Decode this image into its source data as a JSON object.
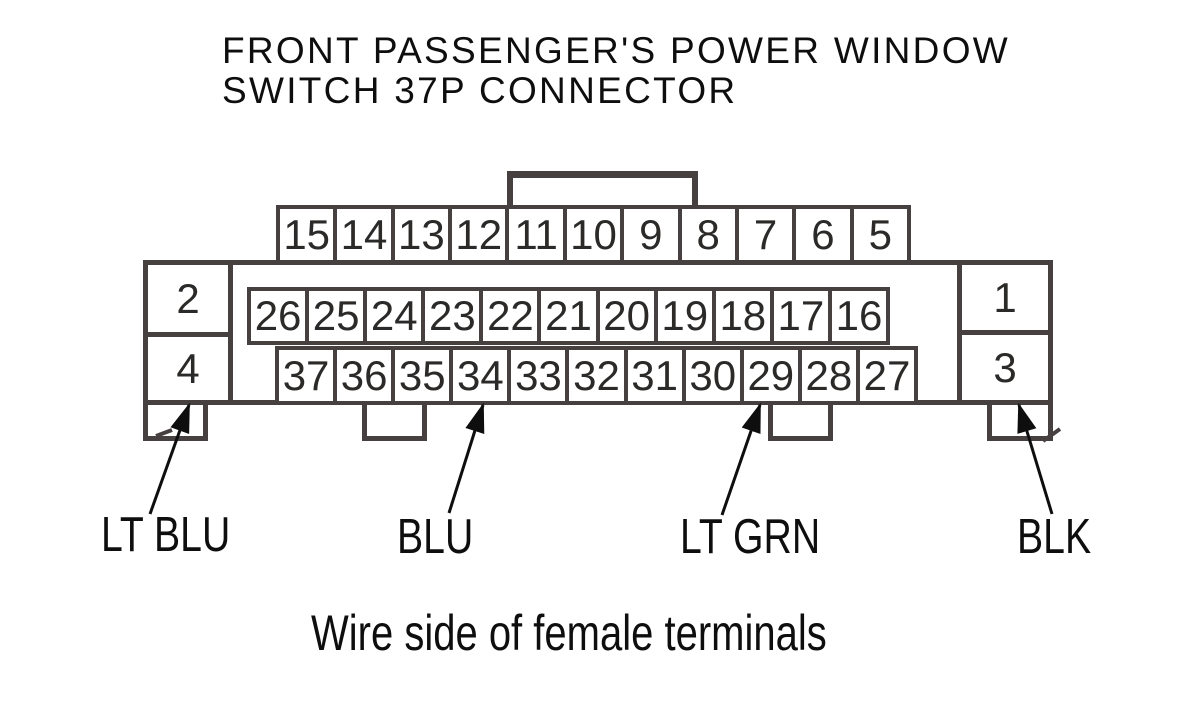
{
  "title": {
    "line1": "FRONT PASSENGER'S POWER WINDOW",
    "line2": "SWITCH 37P CONNECTOR"
  },
  "caption": "Wire side of female terminals",
  "connector": {
    "name": "FRONT PASSENGER'S POWER WINDOW SWITCH 37P CONNECTOR",
    "top_row_pins": [
      "15",
      "14",
      "13",
      "12",
      "11",
      "10",
      "9",
      "8",
      "7",
      "6",
      "5"
    ],
    "middle_row_pins": [
      "26",
      "25",
      "24",
      "23",
      "22",
      "21",
      "20",
      "19",
      "18",
      "17",
      "16"
    ],
    "bottom_row_pins": [
      "37",
      "36",
      "35",
      "34",
      "33",
      "32",
      "31",
      "30",
      "29",
      "28",
      "27"
    ],
    "left_pins": [
      "2",
      "4"
    ],
    "right_pins": [
      "1",
      "3"
    ]
  },
  "wire_labels": [
    {
      "label": "LT BLU",
      "points_to_pin": "4"
    },
    {
      "label": "BLU",
      "points_to_pin": "34"
    },
    {
      "label": "LT GRN",
      "points_to_pin": "29"
    },
    {
      "label": "BLK",
      "points_to_pin": "3"
    }
  ],
  "colors": {
    "line": "#474040",
    "pin_number_text": "#2b2a29",
    "label_text": "#0e0e0e",
    "background": "#ffffff"
  }
}
